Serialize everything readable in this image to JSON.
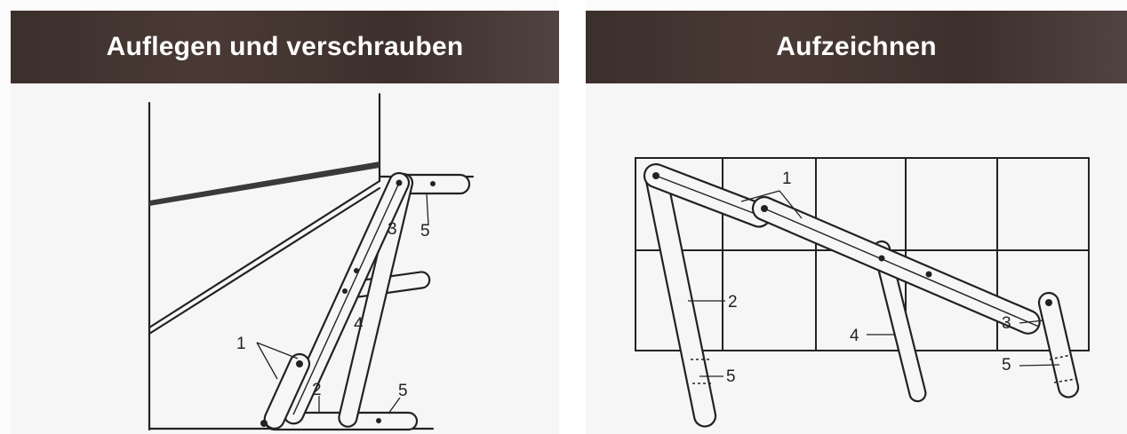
{
  "left_panel": {
    "title": "Auflegen und verschrauben",
    "labels": {
      "l1": "1",
      "l2": "2",
      "l3": "3",
      "l4": "4",
      "l5a": "5",
      "l5b": "5"
    }
  },
  "right_panel": {
    "title": "Aufzeichnen",
    "labels": {
      "l1": "1",
      "l2": "2",
      "l3": "3",
      "l4": "4",
      "l5a": "5",
      "l5b": "5"
    }
  }
}
